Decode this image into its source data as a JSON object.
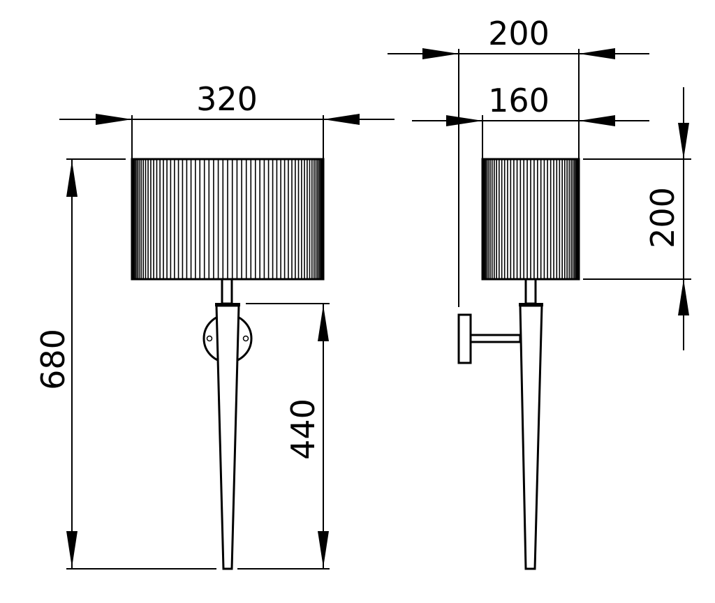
{
  "front_view": {
    "shade_width": "320",
    "overall_height": "680",
    "body_height": "440"
  },
  "side_view": {
    "overall_depth": "200",
    "shade_depth": "160",
    "shade_height": "200"
  },
  "colors": {
    "line": "#000000",
    "background": "#ffffff"
  }
}
